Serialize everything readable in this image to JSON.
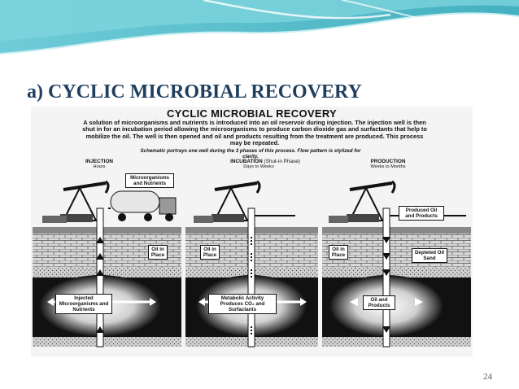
{
  "slide": {
    "title": "a) CYCLIC MICROBIAL RECOVERY",
    "page_number": "24"
  },
  "figure": {
    "title": "CYCLIC MICROBIAL RECOVERY",
    "description": "A solution of microorganisms and nutrients is introduced into an oil reservoir during injection. The injection well is then shut in for an incubation period allowing the microorganisms to produce carbon dioxide gas and surfactants that help to mobilize the oil. The well is then opened and oil and products resulting from the treatment are produced. This process may be repeated.",
    "note": "Schematic portrays one well during the 3 phases of this process. Flow pattern is stylized for clarity.",
    "phases": [
      {
        "title": "INJECTION",
        "duration": "Hours",
        "callout": "Microorganisms and Nutrients",
        "reservoir_label": "Oil in Place",
        "zone_label": "Injected Microorganisms and Nutrients"
      },
      {
        "title": "INCUBATION",
        "title_note": "(Shut-in Phase)",
        "duration": "Days to Weeks",
        "reservoir_label": "Oil in Place",
        "zone_label": "Metabolic Activity Produces CO₂ and Surfactants"
      },
      {
        "title": "PRODUCTION",
        "duration": "Weeks to Months",
        "callout": "Produced Oil and Products",
        "reservoir_label": "Oil in Place",
        "depleted_label": "Depleted Oil Sand",
        "zone_label": "Oil and Products"
      }
    ]
  }
}
